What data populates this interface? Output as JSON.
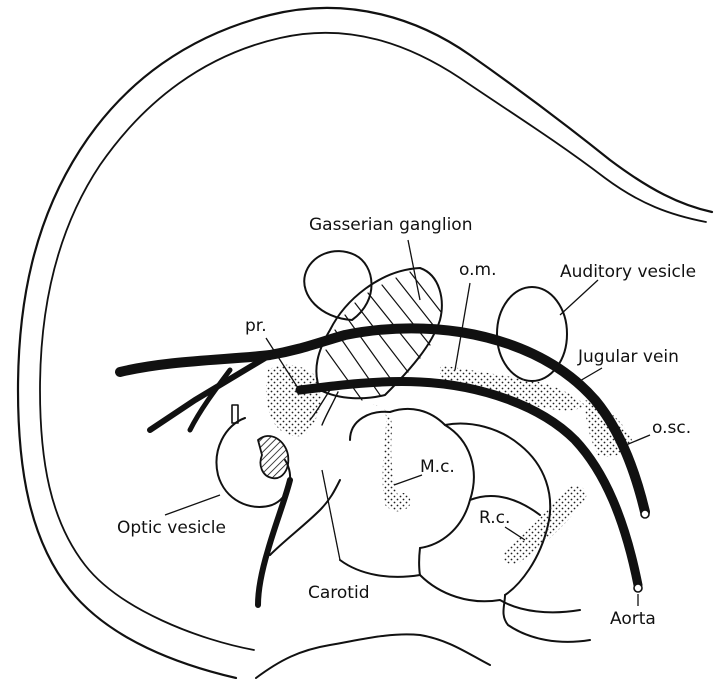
{
  "labels": {
    "gasserian": "Gasserian ganglion",
    "om": "o.m.",
    "auditory": "Auditory vesicle",
    "pr": "pr.",
    "jugular": "Jugular vein",
    "osc": "o.sc.",
    "mc": "M.c.",
    "optic": "Optic vesicle",
    "rc": "R.c.",
    "carotid": "Carotid",
    "aorta": "Aorta"
  },
  "colors": {
    "ink": "#111111",
    "paper": "#ffffff"
  }
}
